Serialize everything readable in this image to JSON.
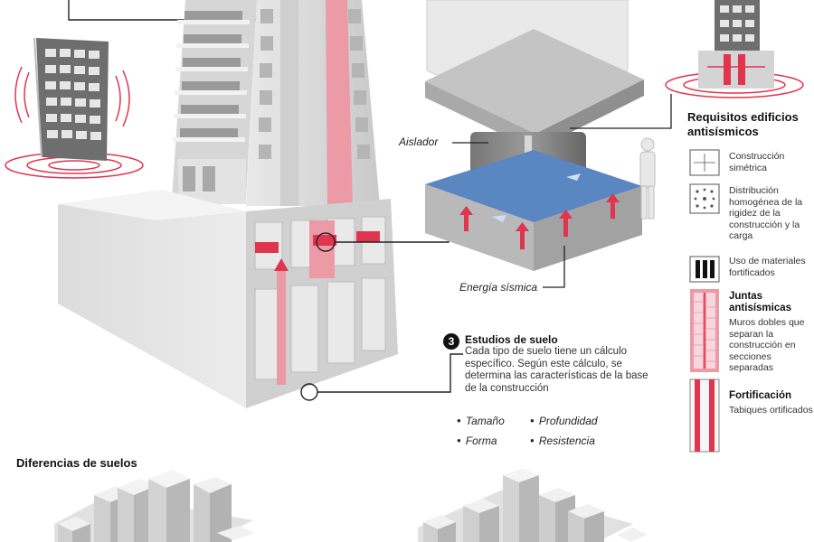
{
  "labels": {
    "isolator": "Aislador",
    "seismic_energy": "Energía sísmica"
  },
  "requirements": {
    "title": "Requisitos edificios antisísmicos",
    "items": [
      {
        "icon": "symmetric-construction-icon",
        "text": "Construcción simétrica"
      },
      {
        "icon": "homogeneous-distribution-icon",
        "text": "Distribución homogénea de la rigidez de la construcción y la carga"
      },
      {
        "icon": "fortified-materials-icon",
        "text": "Uso de materiales fortificados"
      },
      {
        "icon": "antiseismic-joints-icon",
        "title": "Juntas antisísmicas",
        "text": "Muros dobles que separan la construcción en secciones separadas"
      },
      {
        "icon": "fortification-icon",
        "title": "Fortificación",
        "text": "Tabiques ortificados"
      }
    ]
  },
  "soil_study": {
    "number": "3",
    "title": "Estudios de suelo",
    "description": "Cada tipo de suelo tiene un cálculo específico. Según este cálculo, se determina las características de la base de la construcción",
    "factors": [
      "Tamaño",
      "Profundidad",
      "Forma",
      "Resistencia"
    ]
  },
  "soil_differences": {
    "title": "Diferencias de suelos"
  },
  "colors": {
    "accent": "#e0344f",
    "pink": "#ec9aa6",
    "concrete": "#d9d9d9",
    "blue_plate": "#5a86c2"
  }
}
